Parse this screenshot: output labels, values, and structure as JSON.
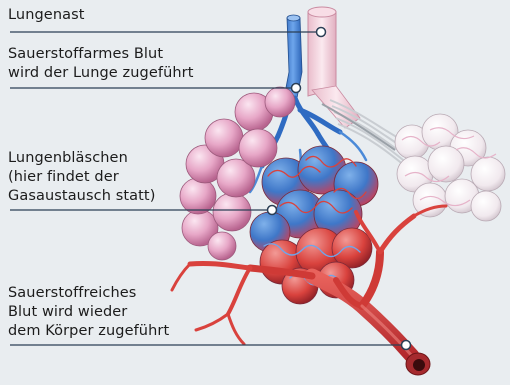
{
  "labels": [
    {
      "id": "bronchus",
      "lines": [
        "Lungenast"
      ]
    },
    {
      "id": "deoxygenated",
      "lines": [
        "Sauerstoffarmes Blut",
        "wird der Lunge zugeführt"
      ]
    },
    {
      "id": "alveoli",
      "lines": [
        "Lungenbläschen",
        "(hier findet der",
        "Gasaustausch statt)"
      ]
    },
    {
      "id": "oxygenated",
      "lines": [
        "Sauerstoffreiches",
        "Blut wird wieder",
        "dem Körper zugeführt"
      ]
    }
  ],
  "colors": {
    "background": "#e9edf0",
    "leader_line": "#2b3f55",
    "deoxygenated_blue": "#3d7fd0",
    "oxygenated_red": "#d9423d",
    "alveoli_pink": "#e6a9c9",
    "bronchus_pink": "#f2d3de"
  }
}
